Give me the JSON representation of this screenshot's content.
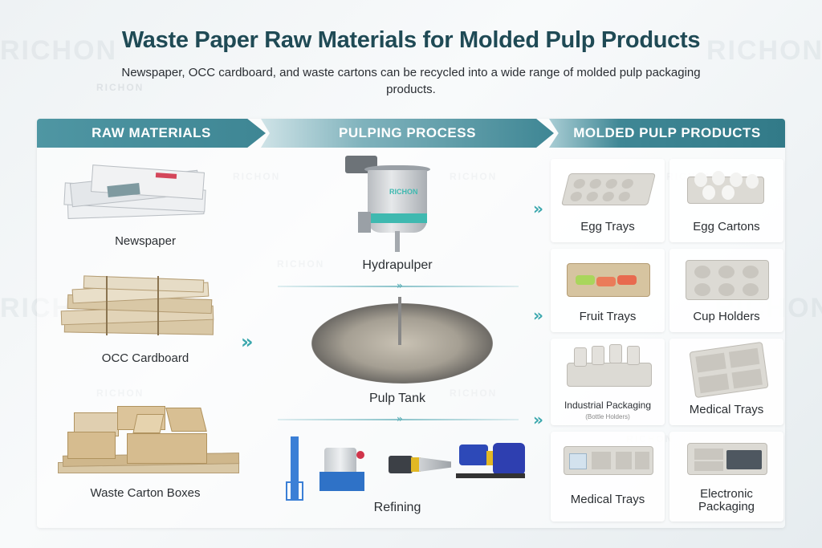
{
  "title": "Waste Paper Raw Materials for Molded Pulp Products",
  "subtitle": "Newspaper, OCC cardboard, and waste cartons can be recycled into a wide range of molded pulp packaging products.",
  "watermark": "RICHON",
  "colors": {
    "header_teal": "#3e8694",
    "title_teal": "#1f4a55",
    "accent_aqua": "#3aa7ad",
    "machine_band": "#3fb9b0"
  },
  "stages": [
    {
      "label": "RAW MATERIALS"
    },
    {
      "label": "PULPING PROCESS"
    },
    {
      "label": "MOLDED PULP PRODUCTS"
    }
  ],
  "raw_materials": [
    {
      "label": "Newspaper",
      "icon": "newspaper-stack-icon"
    },
    {
      "label": "OCC Cardboard",
      "icon": "cardboard-bundle-icon"
    },
    {
      "label": "Waste Carton Boxes",
      "icon": "carton-boxes-icon"
    }
  ],
  "pulping_process": [
    {
      "label": "Hydrapulper",
      "icon": "hydrapulper-machine-icon"
    },
    {
      "label": "Pulp Tank",
      "icon": "pulp-tank-icon"
    },
    {
      "label": "Refining",
      "icon": "refining-equipment-icon"
    }
  ],
  "products": [
    {
      "label": "Egg Trays",
      "icon": "egg-tray-icon"
    },
    {
      "label": "Egg Cartons",
      "icon": "egg-carton-icon"
    },
    {
      "label": "Fruit Trays",
      "icon": "fruit-tray-icon"
    },
    {
      "label": "Cup Holders",
      "icon": "cup-holder-icon"
    },
    {
      "label": "Industrial Packaging",
      "sublabel": "(Bottle Holders)",
      "icon": "industrial-packaging-icon"
    },
    {
      "label": "Medical Trays",
      "icon": "medical-tray-icon"
    },
    {
      "label": "Medical Trays",
      "icon": "medical-tray-icon"
    },
    {
      "label": "Electronic Packaging",
      "icon": "electronic-packaging-icon"
    }
  ],
  "arrows": {
    "flow_glyph": "»",
    "chevron_glyph": "»"
  }
}
